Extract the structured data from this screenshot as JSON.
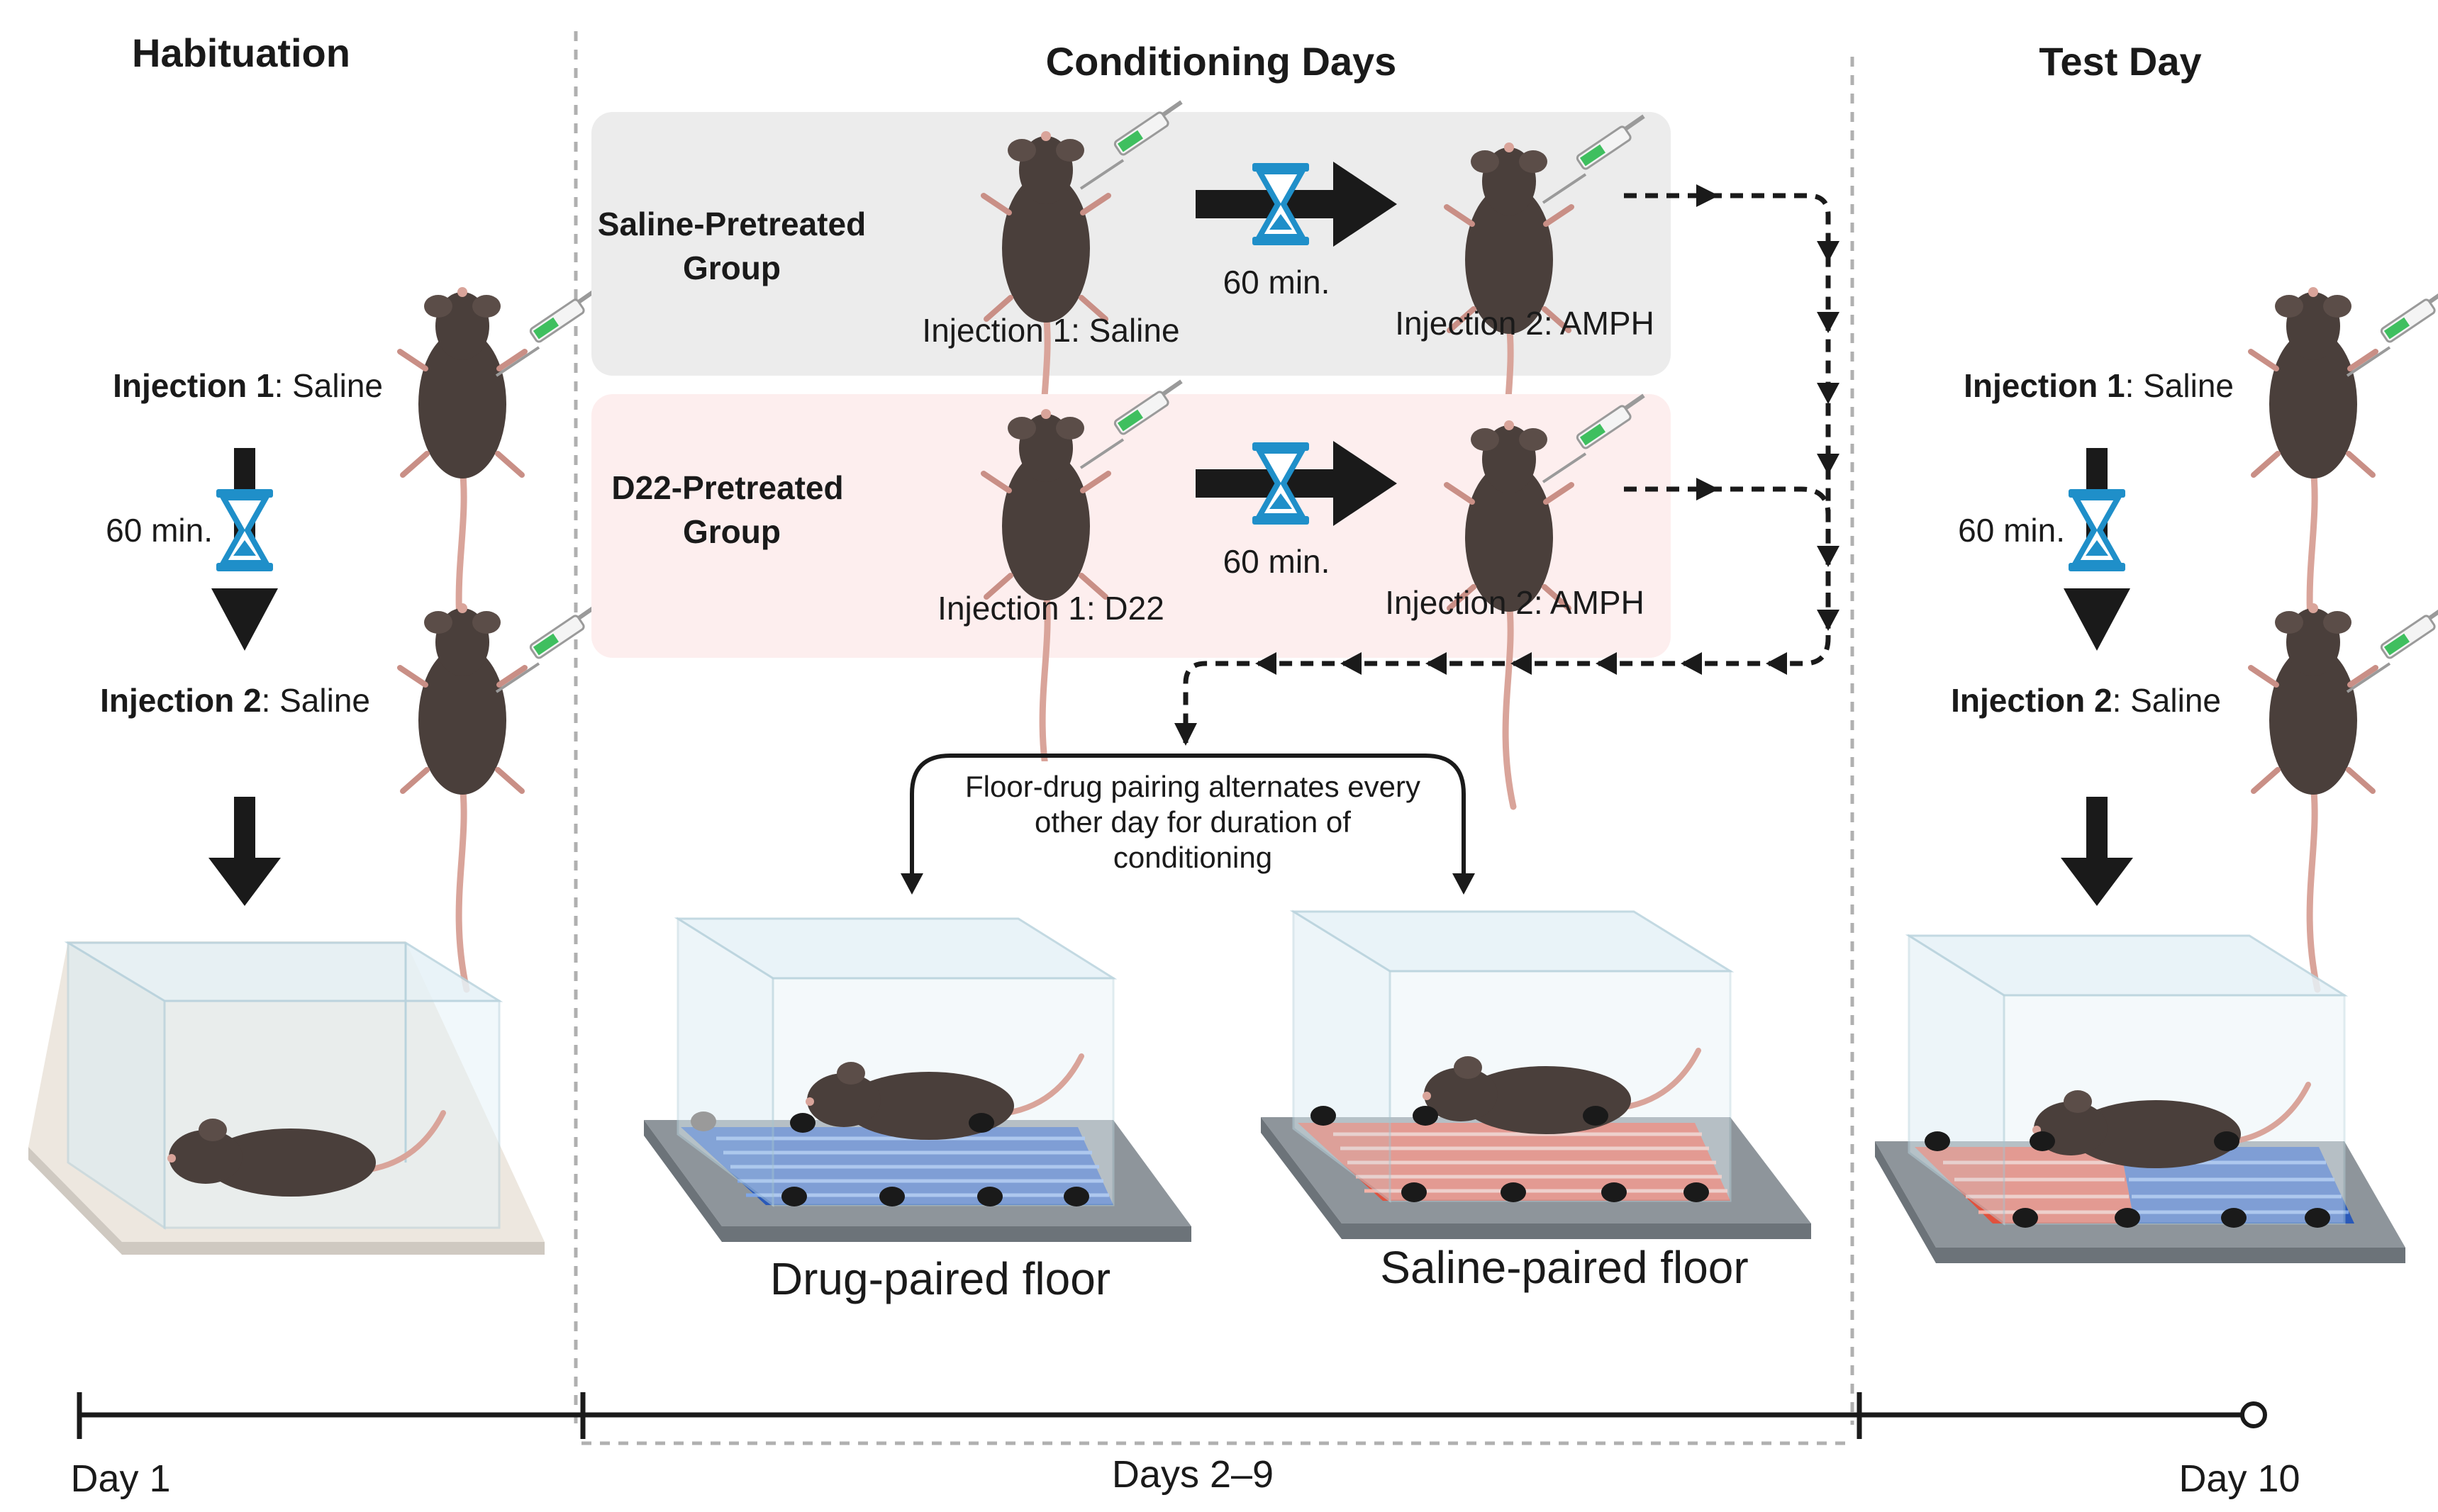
{
  "sections": {
    "habituation": "Habituation",
    "conditioning": "Conditioning Days",
    "test": "Test Day"
  },
  "habituation": {
    "inj1_bold": "Injection 1",
    "inj1_rest": ": Saline",
    "wait": "60 min.",
    "inj2_bold": "Injection 2",
    "inj2_rest": ": Saline"
  },
  "test": {
    "inj1_bold": "Injection 1",
    "inj1_rest": ": Saline",
    "wait": "60 min.",
    "inj2_bold": "Injection 2",
    "inj2_rest": ": Saline"
  },
  "saline_group": {
    "label_line1": "Saline-Pretreated",
    "label_line2": "Group",
    "inj1": "Injection 1: Saline",
    "wait": "60 min.",
    "inj2": "Injection 2: AMPH"
  },
  "d22_group": {
    "label_line1": "D22-Pretreated",
    "label_line2": "Group",
    "inj1": "Injection 1: D22",
    "wait": "60 min.",
    "inj2": "Injection 2: AMPH"
  },
  "pairing_note": {
    "line1": "Floor-drug pairing alternates every",
    "line2": "other day for duration of",
    "line3": "conditioning"
  },
  "floors": {
    "drug": "Drug-paired floor",
    "saline": "Saline-paired floor"
  },
  "timeline": {
    "day1": "Day 1",
    "days_mid": "Days 2–9",
    "day10": "Day 10"
  },
  "colors": {
    "saline_box": "#ececec",
    "d22_box": "#fdeeee",
    "hourglass": "#1f8fc9",
    "drug_floor": "#2a59b8",
    "saline_floor": "#e0523e",
    "mouse": "#4a3f3b",
    "tail": "#d9a49a",
    "syringe_fluid": "#3fbf5f"
  }
}
